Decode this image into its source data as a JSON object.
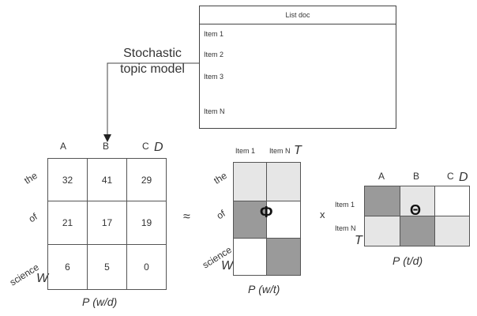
{
  "list_doc": {
    "title": "List doc",
    "items": [
      "Item 1",
      "Item 2",
      "Item 3",
      "Item N"
    ]
  },
  "model_label_line1": "Stochastic",
  "model_label_line2": "topic model",
  "matrix_wd": {
    "columns": [
      "A",
      "B",
      "C"
    ],
    "col_symbol": "D",
    "rows": [
      "the",
      "of",
      "science"
    ],
    "row_symbol": "W",
    "values": [
      [
        "32",
        "41",
        "29"
      ],
      [
        "21",
        "17",
        "19"
      ],
      [
        "6",
        "5",
        "0"
      ]
    ],
    "caption_p": "P",
    "caption_args": "(w/d)"
  },
  "approx_symbol": "≈",
  "matrix_wt": {
    "columns": [
      "Item 1",
      "Item N"
    ],
    "col_symbol": "T",
    "rows": [
      "the",
      "of",
      "science"
    ],
    "row_symbol": "W",
    "symbol": "Φ",
    "caption_p": "P",
    "caption_args": "(w/t)"
  },
  "times_symbol": "x",
  "matrix_td": {
    "columns": [
      "A",
      "B",
      "C"
    ],
    "col_symbol": "D",
    "rows": [
      "Item 1",
      "Item N"
    ],
    "row_symbol": "T",
    "symbol": "Θ",
    "caption_p": "P",
    "caption_args": "(t/d)"
  },
  "colors": {
    "light": "#e6e6e6",
    "medium": "#d5d5d5",
    "dark": "#9a9a9a",
    "white": "#ffffff",
    "line": "#555555"
  }
}
